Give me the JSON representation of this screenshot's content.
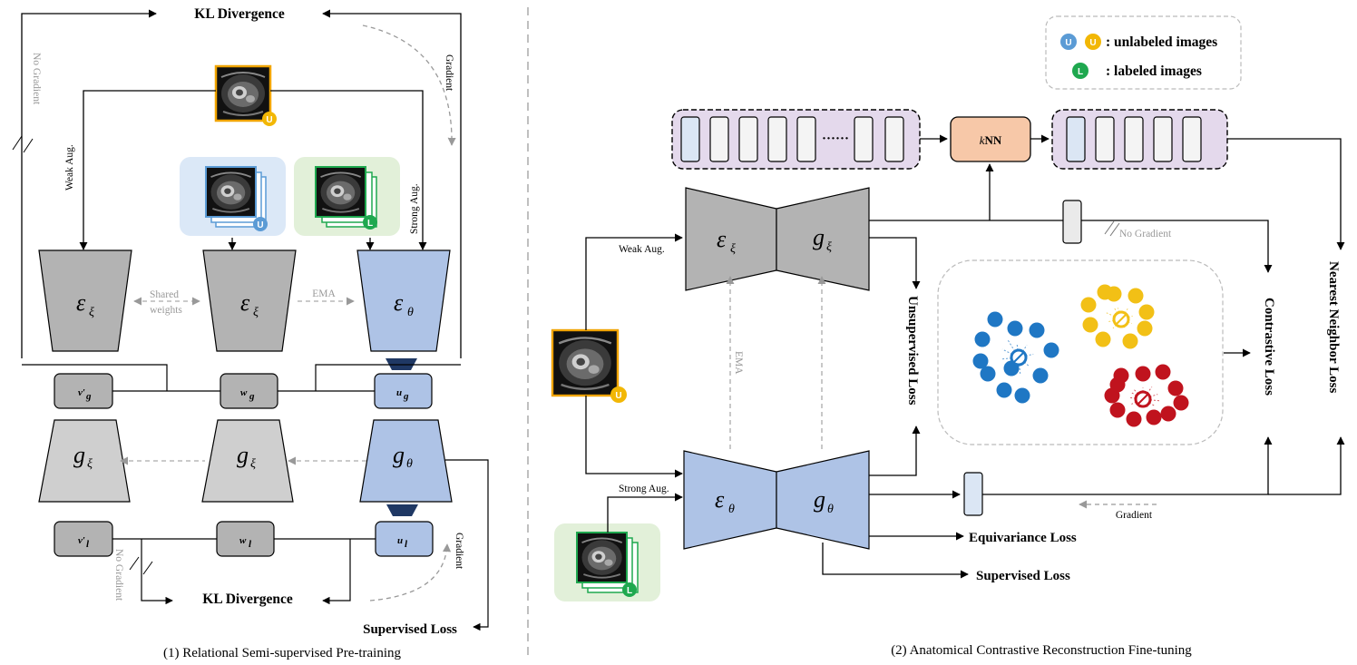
{
  "panel_left": {
    "title": "(1) Relational Semi-supervised Pre-training",
    "kl_top": "KL Divergence",
    "kl_bottom": "KL Divergence",
    "no_gradient_top": "No Gradient",
    "no_gradient_bottom": "No Gradient",
    "gradient_top": "Gradient",
    "gradient_bottom": "Gradient",
    "weak_aug": "Weak Aug.",
    "strong_aug": "Strong Aug.",
    "shared_weights_1": "Shared",
    "shared_weights_2": "weights",
    "ema": "EMA",
    "supervised_loss": "Supervised Loss",
    "encoder_symbol": "ε",
    "decoder_symbol": "g",
    "sub_xi": "ξ",
    "sub_theta": "θ",
    "box_v_g": "v′",
    "box_w_g": "w",
    "box_u_g": "u",
    "box_v_l": "v′",
    "box_w_l": "w",
    "box_u_l": "u",
    "sub_g": "g",
    "sub_l": "l"
  },
  "panel_right": {
    "title": "(2) Anatomical Contrastive Reconstruction Fine-tuning",
    "weak_aug": "Weak Aug.",
    "strong_aug": "Strong Aug.",
    "ema": "EMA",
    "knn": "kNN",
    "knn_k": "k",
    "knn_nn": "NN",
    "no_gradient": "No Gradient",
    "gradient": "Gradient",
    "unsupervised_loss": "Unsupervised Loss",
    "contrastive_loss": "Contrastive Loss",
    "nearest_neighbor_loss": "Nearest Neighbor Loss",
    "equivariance_loss": "Equivariance Loss",
    "supervised_loss": "Supervised Loss",
    "dots": "······",
    "legend": {
      "unlabeled": ": unlabeled images",
      "labeled": ": labeled images"
    }
  },
  "badges": {
    "unlabeled": "U",
    "labeled": "L"
  },
  "colors": {
    "encoder_grey": "#b3b3b3",
    "decoder_grey": "#cfcfcf",
    "encoder_blue": "#aec3e6",
    "navy": "#1f3864",
    "memory_bank": "#e4d9ec",
    "knn_box": "#f7c8a8",
    "badge_u_blue": "#5b9bd5",
    "badge_u_yellow": "#f2b705",
    "badge_l_green": "#1fa84f",
    "cluster_blue": "#1f77c4",
    "cluster_yellow": "#f2c016",
    "cluster_red": "#c0131e",
    "unlabeled_bg": "#dbe8f7",
    "labeled_bg": "#e2f0d9",
    "image_frame_orange": "#f0a400"
  }
}
